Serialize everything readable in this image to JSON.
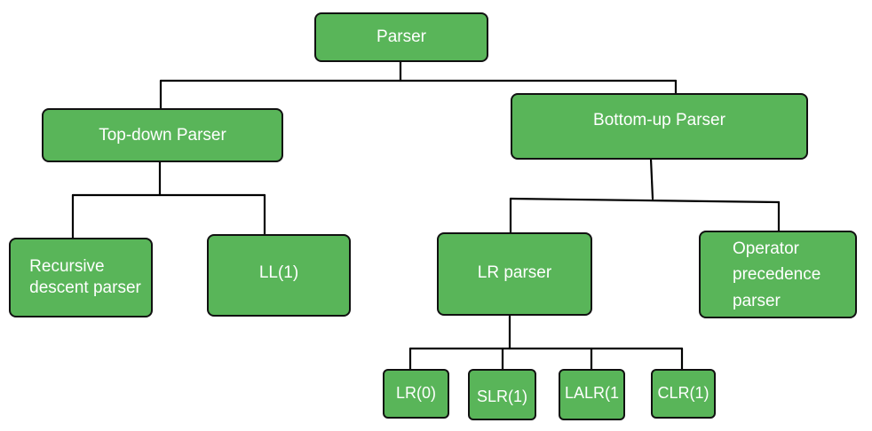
{
  "diagram": {
    "node_color": "#59b559",
    "text_color": "#ffffff",
    "border_color": "#111111",
    "nodes": {
      "root": "Parser",
      "top_down": "Top-down Parser",
      "bottom_up": "Bottom-up Parser",
      "recursive": "Recursive\ndescent parser",
      "ll1": "LL(1)",
      "lr_parser": "LR parser",
      "operator": "Operator\nprecedence\nparser",
      "lr0": "LR(0)",
      "slr1": "SLR(1)",
      "lalr1": "LALR(1",
      "clr1": "CLR(1)"
    }
  }
}
